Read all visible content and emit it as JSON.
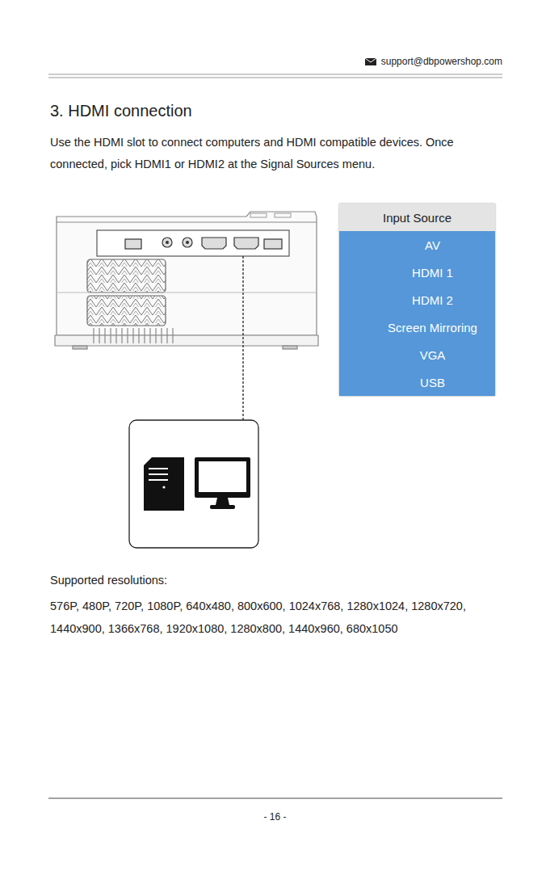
{
  "diagram": {
    "title": "3. HDMI connection",
    "nodes": [
      {
        "text": [
          "Input Source"
        ]
      },
      {
        "text": [
          "AV"
        ],
        "in": 0
      },
      {
        "text": [
          "HDMI 1"
        ],
        "in": 0
      },
      {
        "text": [
          "HDMI 2"
        ],
        "in": 0
      },
      {
        "text": [
          "Screen Mirroring"
        ],
        "in": 0
      },
      {
        "text": [
          "VGA"
        ],
        "in": 0
      },
      {
        "text": [
          "USB"
        ],
        "in": 0
      }
    ],
    "labels": [
      "support@dbpowershop.com",
      "Use the HDMI slot to connect computers and HDMI compatible devices. Once connected, pick HDMI1 or HDMI2 at the Signal Sources menu.",
      "Supported resolutions:",
      "576P, 480P, 720P, 1080P, 640x480, 800x600, 1024x768, 1280x1024, 1280x720, 1440x900, 1366x768, 1920x1080, 1280x800, 1440x960, 680x1050",
      "- 16 -"
    ]
  }
}
